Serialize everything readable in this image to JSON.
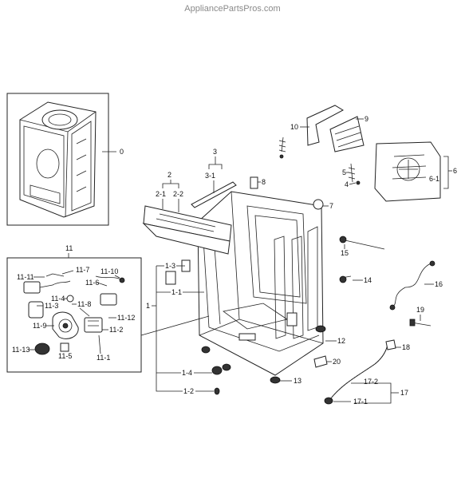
{
  "watermark": "AppliancePartsPros.com",
  "icons": [
    "washer-cabinet-assembly",
    "washer-frame",
    "cover-panel",
    "bracket",
    "hose",
    "pump",
    "wire-harness",
    "leg-foot",
    "spring"
  ],
  "labels": {
    "l0": "0",
    "l1": "1",
    "l1_1": "1-1",
    "l1_2": "1-2",
    "l1_3": "1-3",
    "l1_4": "1-4",
    "l2": "2",
    "l2_1": "2-1",
    "l2_2": "2-2",
    "l3": "3",
    "l3_1": "3-1",
    "l4": "4",
    "l5": "5",
    "l6": "6",
    "l6_1": "6-1",
    "l7": "7",
    "l8": "8",
    "l9": "9",
    "l10": "10",
    "l11": "11",
    "l11_1": "11-1",
    "l11_2": "11-2",
    "l11_3": "11-3",
    "l11_4": "11-4",
    "l11_5": "11-5",
    "l11_6": "11-6",
    "l11_7": "11-7",
    "l11_8": "11-8",
    "l11_9": "11-9",
    "l11_10": "11-10",
    "l11_11": "11-11",
    "l11_12": "11-12",
    "l11_13": "11-13",
    "l12": "12",
    "l13": "13",
    "l14": "14",
    "l15": "15",
    "l16": "16",
    "l17": "17",
    "l17_1": "17-1",
    "l17_2": "17-2",
    "l18": "18",
    "l19": "19",
    "l20": "20"
  }
}
